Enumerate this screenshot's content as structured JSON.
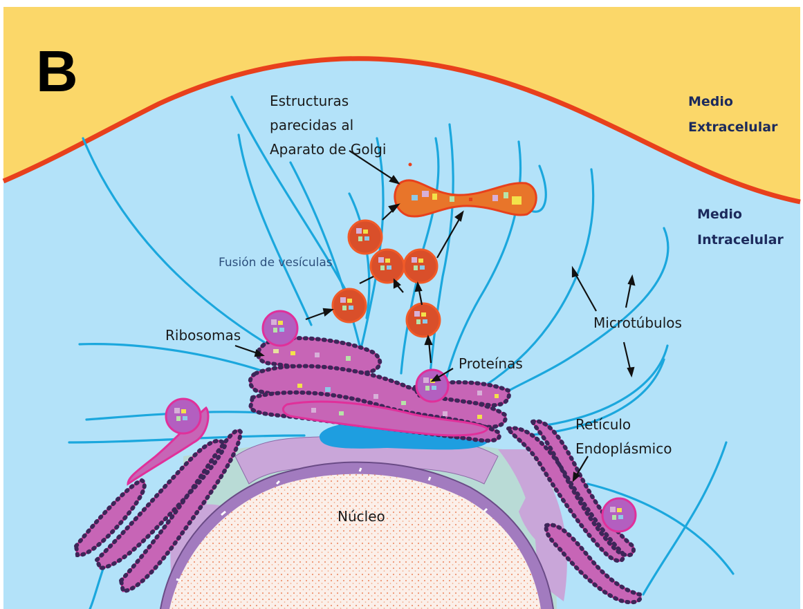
{
  "panel_letter": "B",
  "regions": {
    "extracellular_line1": "Medio",
    "extracellular_line2": "Extracelular",
    "intracellular_line1": "Medio",
    "intracellular_line2": "Intracelular"
  },
  "labels": {
    "golgi_line1": "Estructuras",
    "golgi_line2": "parecidas al",
    "golgi_line3": "Aparato de Golgi",
    "fusion": "Fusión de vesículas",
    "ribosomes": "Ribosomas",
    "proteins": "Proteínas",
    "microtubules": "Microtúbulos",
    "er_line1": "Retículo",
    "er_line2": "Endoplásmico",
    "nucleus": "Núcleo"
  },
  "colors": {
    "extracellular": "#fbd769",
    "membrane": "#e8401c",
    "cytoplasm": "#b3e2f9",
    "microtubule": "#1ba7dd",
    "er_fill": "#c765b6",
    "er_stroke": "#e0309a",
    "ribosome": "#3d2659",
    "vesicle_fill": "#d94f2a",
    "vesicle_stroke": "#f05a28",
    "nucleus_fill": "#fbefe9",
    "nuclear_envelope": "#c8a0d8",
    "region_label": "#1c2a5c",
    "fusion_label": "#2c4f7c"
  }
}
